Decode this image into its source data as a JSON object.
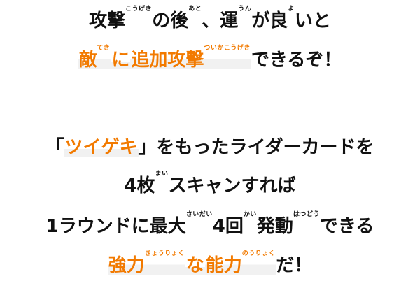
{
  "colors": {
    "accent": "#f27a00",
    "text": "#111111",
    "highlight_bg": "#f1f1f1"
  },
  "lines": [
    {
      "segments": [
        {
          "base": "攻撃",
          "ruby": "こうげき"
        },
        {
          "text": "の"
        },
        {
          "base": "後",
          "ruby": "あと"
        },
        {
          "text": "、"
        },
        {
          "base": "運",
          "ruby": "うん"
        },
        {
          "text": "が"
        },
        {
          "base": "良",
          "ruby": "よ"
        },
        {
          "text": "いと"
        }
      ]
    },
    {
      "segments": [
        {
          "base": "敵",
          "ruby": "てき",
          "accent": true
        },
        {
          "text": "に",
          "accent": true
        },
        {
          "base": "追加攻撃",
          "ruby": "ついかこうげき",
          "accent": true
        },
        {
          "text": "できるぞ！"
        }
      ]
    },
    {
      "segments": [
        {
          "text": "「",
          "bracket": true
        },
        {
          "text": "ツイゲキ",
          "accent": true
        },
        {
          "text": "」",
          "bracket": true
        },
        {
          "text": "をもったライダーカードを"
        }
      ]
    },
    {
      "segments": [
        {
          "text": "4"
        },
        {
          "base": "枚",
          "ruby": "まい"
        },
        {
          "text": "スキャンすれば"
        }
      ]
    },
    {
      "segments": [
        {
          "text": "1ラウンドに"
        },
        {
          "base": "最大",
          "ruby": "さいだい"
        },
        {
          "text": "4"
        },
        {
          "base": "回",
          "ruby": "かい"
        },
        {
          "base": "発動",
          "ruby": "はつどう"
        },
        {
          "text": "できる"
        }
      ]
    },
    {
      "segments": [
        {
          "base": "強力",
          "ruby": "きょうりょく",
          "accent": true
        },
        {
          "text": "な",
          "accent": true
        },
        {
          "base": "能力",
          "ruby": "のうりょく",
          "accent": true
        },
        {
          "text": "だ！"
        }
      ]
    }
  ]
}
